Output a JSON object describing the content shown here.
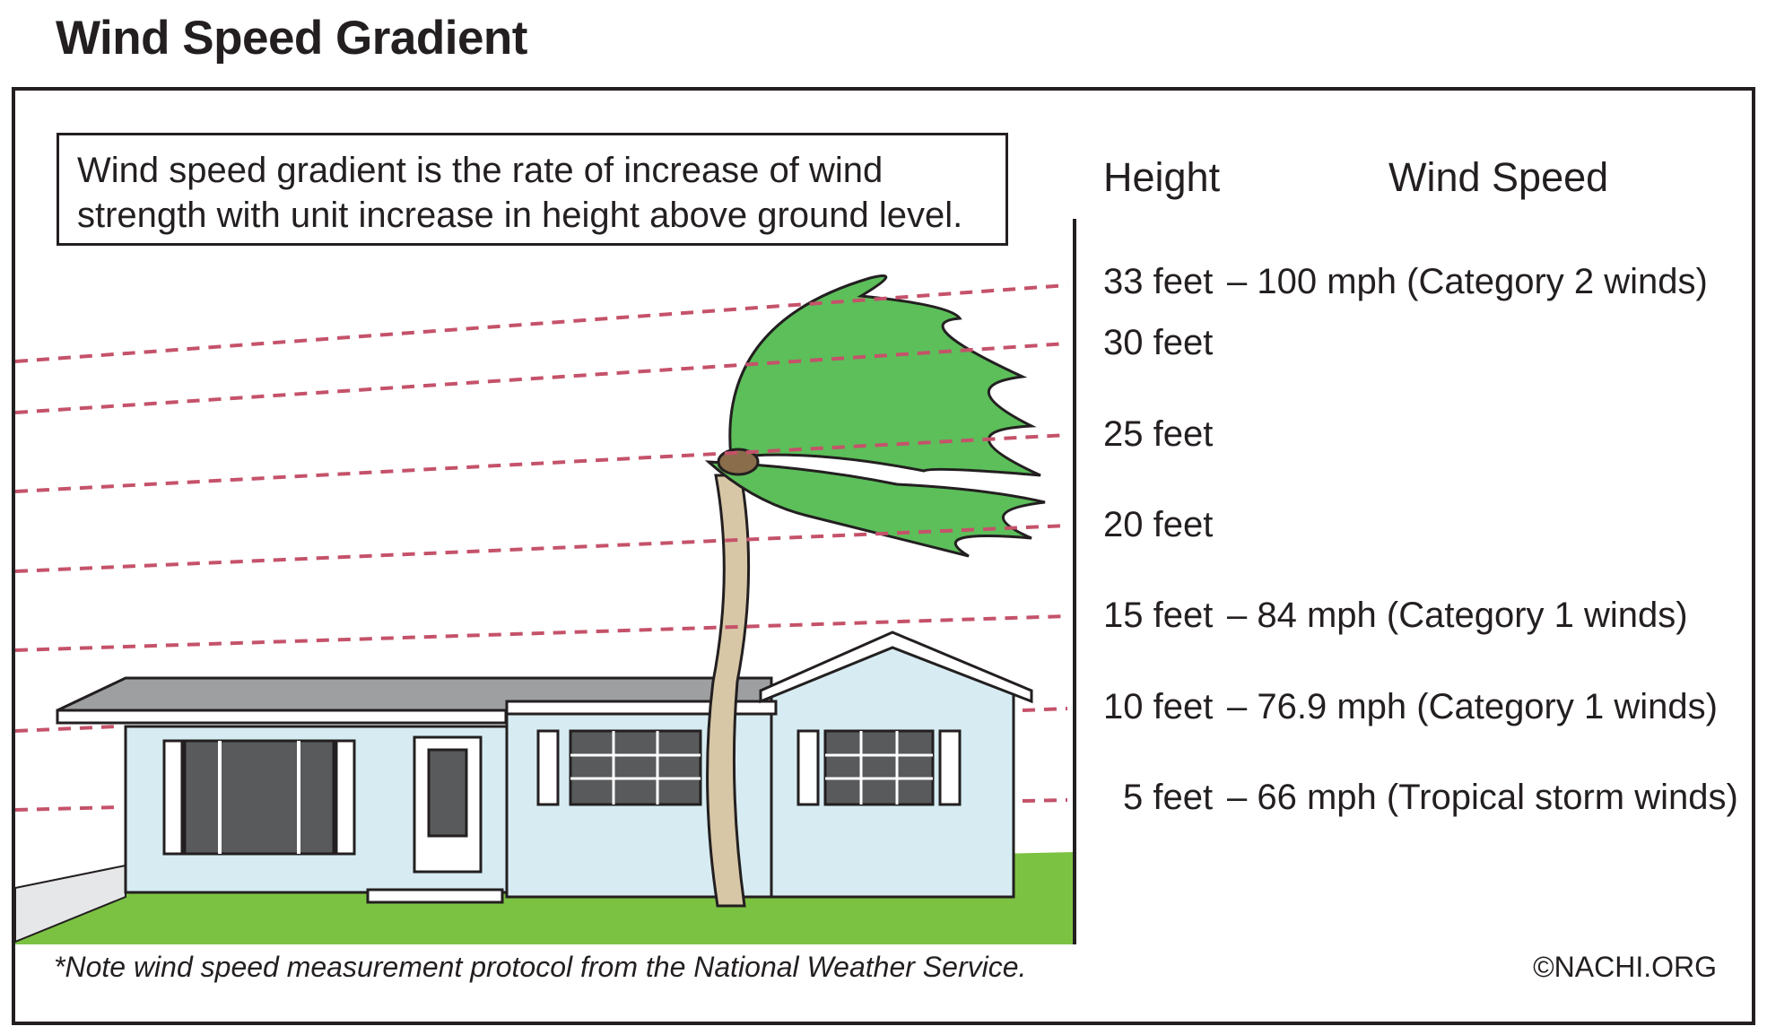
{
  "title": "Wind Speed Gradient",
  "definition": "Wind speed gradient is the rate of increase of wind strength with unit increase in height above ground level.",
  "table": {
    "height_header": "Height",
    "speed_header": "Wind Speed",
    "rows": [
      {
        "height": "33 feet",
        "speed": "– 100 mph (Category 2 winds)"
      },
      {
        "height": "30 feet",
        "speed": ""
      },
      {
        "height": "25 feet",
        "speed": ""
      },
      {
        "height": "20 feet",
        "speed": ""
      },
      {
        "height": "15 feet",
        "speed": "– 84 mph (Category 1 winds)"
      },
      {
        "height": "10 feet",
        "speed": "– 76.9 mph (Category 1 winds)"
      },
      {
        "height": "5 feet",
        "speed": "– 66 mph (Tropical storm winds)"
      }
    ]
  },
  "footnote": "*Note wind speed measurement protocol from the National Weather Service.",
  "copyright": "©NACHI.ORG",
  "colors": {
    "dashed_line": "#c5526a",
    "house_wall": "#d6ecf2",
    "roof": "#9e9fa1",
    "grass": "#7cc242",
    "palm_leaves": "#5cbf5a",
    "trunk": "#d7c7a6",
    "outline": "#231f20"
  }
}
